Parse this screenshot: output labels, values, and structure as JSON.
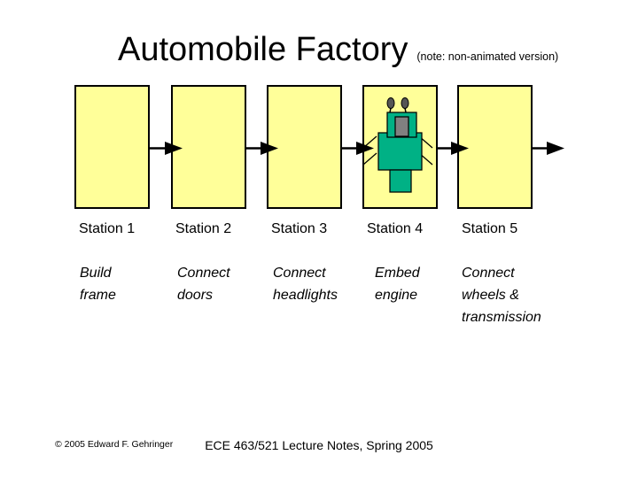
{
  "title": {
    "text": "Automobile Factory",
    "note": "(note: non-animated version)"
  },
  "stations": [
    {
      "label": "Station 1",
      "task": "Build\nframe"
    },
    {
      "label": "Station 2",
      "task": "Connect\ndoors"
    },
    {
      "label": "Station 3",
      "task": "Connect\nheadlights"
    },
    {
      "label": "Station 4",
      "task": "Embed\nengine",
      "icon": "robot-icon"
    },
    {
      "label": "Station 5",
      "task": "Connect\nwheels &\ntransmission"
    }
  ],
  "footer": {
    "copyright": "© 2005 Edward F. Gehringer",
    "course": "ECE 463/521 Lecture Notes, Spring 2005"
  },
  "colors": {
    "box_fill": "#FFFF99",
    "box_border": "#000000",
    "robot_green": "#00B185",
    "robot_face_gray": "#808080",
    "robot_ear_gray": "#555555",
    "arrow_black": "#000000",
    "text_black": "#000000"
  }
}
